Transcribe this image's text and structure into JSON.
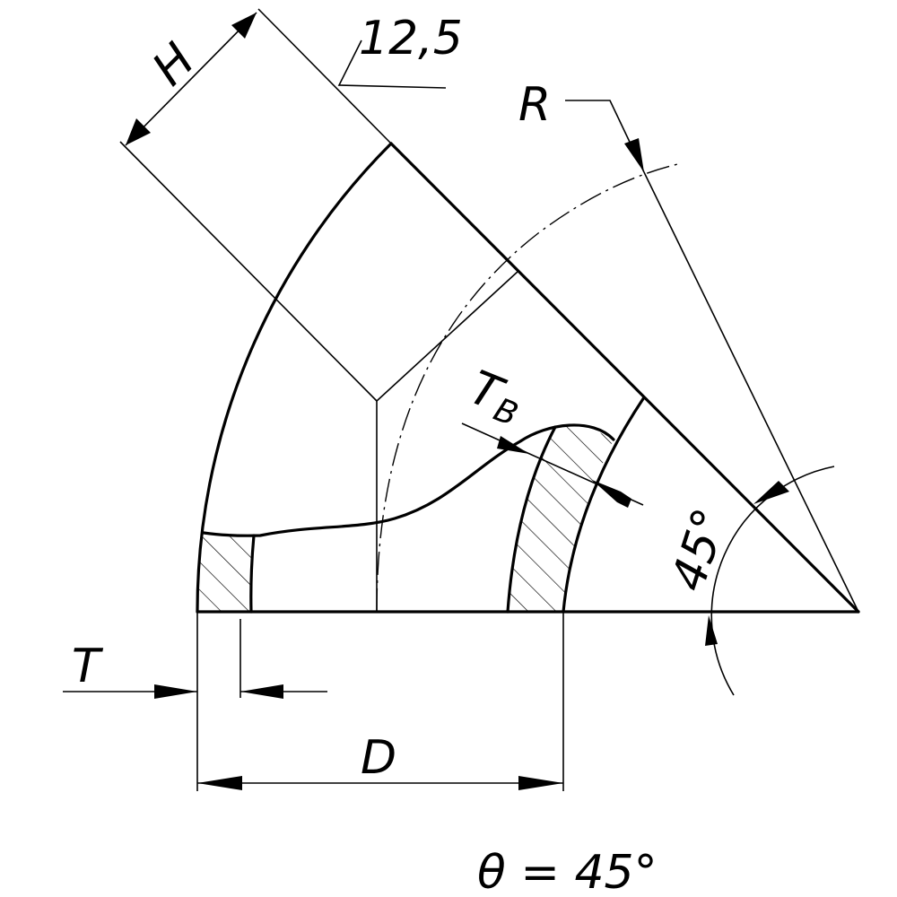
{
  "drawing": {
    "title": "45 degree pipe elbow",
    "labels": {
      "height": "H",
      "roughness": "12,5",
      "radius": "R",
      "wall_thickness_inner": "T",
      "wall_thickness_inner_sub": "B",
      "angle": "45°",
      "wall_thickness": "T",
      "diameter": "D",
      "formula": "θ = 45°"
    },
    "colors": {
      "line": "#000000",
      "background": "#ffffff"
    }
  }
}
